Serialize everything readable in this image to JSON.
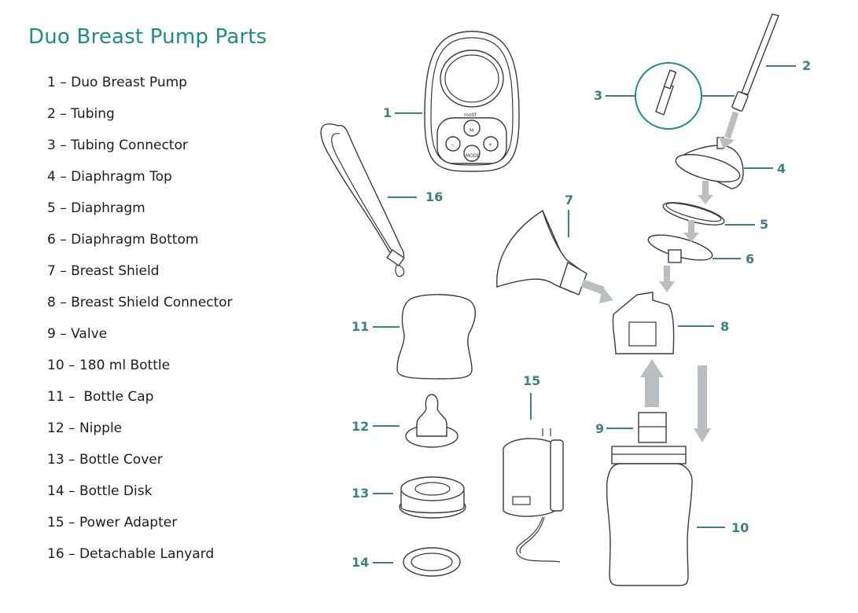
{
  "title": "Duo Breast Pump Parts",
  "parts": [
    {
      "number": "1",
      "name": "1 – Duo Breast Pump"
    },
    {
      "number": "2",
      "name": "2 – Tubing"
    },
    {
      "number": "3",
      "name": "3 – Tubing Connector"
    },
    {
      "number": "4",
      "name": "4 – Diaphragm Top"
    },
    {
      "number": "5",
      "name": "5 – Diaphragm"
    },
    {
      "number": "6",
      "name": "6 – Diaphragm Bottom"
    },
    {
      "number": "7",
      "name": "7 – Breast Shield"
    },
    {
      "number": "8",
      "name": "8 – Breast Shield Connector"
    },
    {
      "number": "9",
      "name": "9 – Valve"
    },
    {
      "number": "10",
      "name": "10 – 180 ml Bottle"
    },
    {
      "number": "11",
      "name": "11 –  Bottle Cap"
    },
    {
      "number": "12",
      "name": "12 – Nipple"
    },
    {
      "number": "13",
      "name": "13 – Bottle Cover"
    },
    {
      "number": "14",
      "name": "14 – Bottle Disk"
    },
    {
      "number": "15",
      "name": "15 – Power Adapter"
    },
    {
      "number": "16",
      "name": "16 – Detachable Lanyard"
    }
  ],
  "device": {
    "brand": "motif",
    "button_label": "M",
    "mode_label": "MODE",
    "minus": "−",
    "plus": "+"
  },
  "colors": {
    "accent": "#1f8a8c",
    "label": "#3e7f86",
    "arrow": "#b9bec2",
    "outline": "#3a3a3a"
  }
}
